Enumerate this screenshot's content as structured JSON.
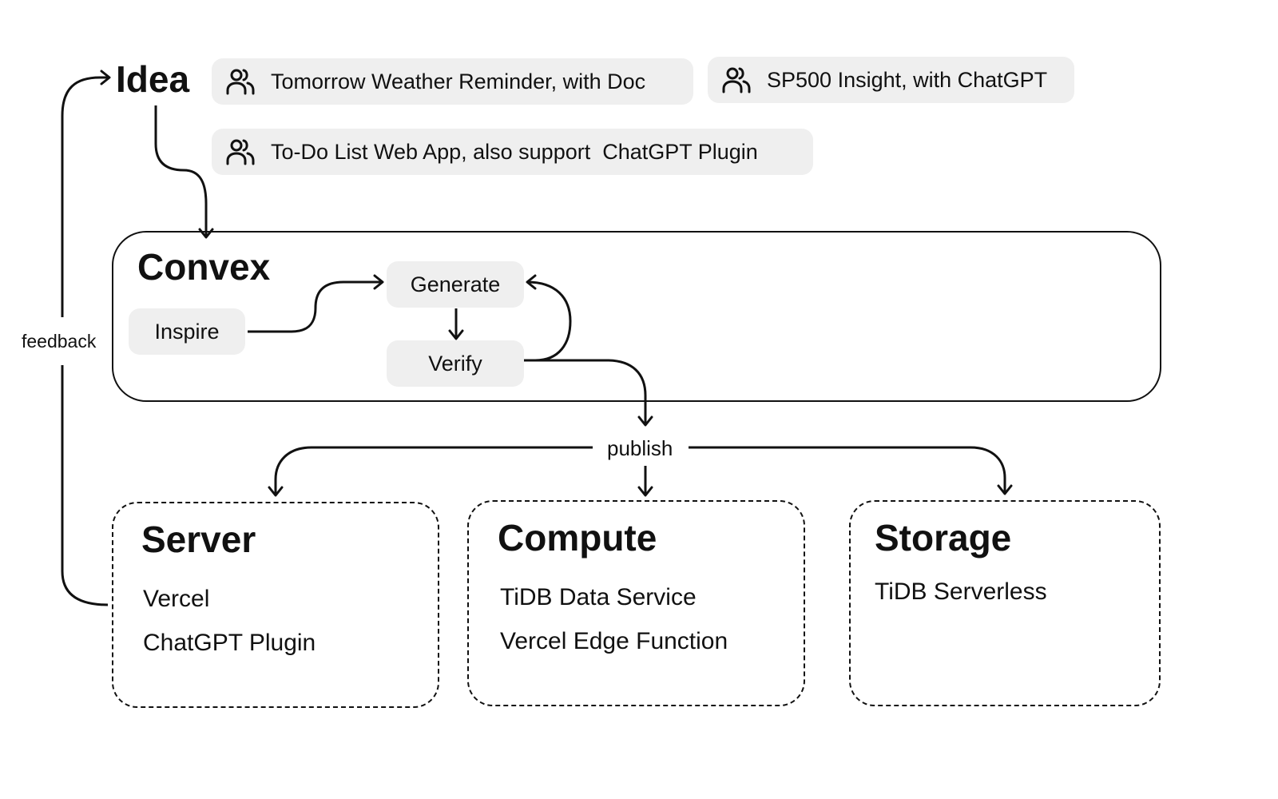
{
  "idea": {
    "title": "Idea",
    "examples": [
      {
        "label": "Tomorrow Weather Reminder, with Doc",
        "icon": "users-icon"
      },
      {
        "label": "SP500 Insight, with ChatGPT",
        "icon": "users-icon"
      },
      {
        "label": "To-Do List Web App, also support  ChatGPT Plugin",
        "icon": "users-icon"
      }
    ]
  },
  "convex": {
    "title": "Convex",
    "steps": {
      "inspire": "Inspire",
      "generate": "Generate",
      "verify": "Verify"
    }
  },
  "edges": {
    "feedback": "feedback",
    "publish": "publish"
  },
  "targets": {
    "server": {
      "title": "Server",
      "items": [
        "Vercel",
        "ChatGPT Plugin"
      ]
    },
    "compute": {
      "title": "Compute",
      "items": [
        "TiDB Data Service",
        "Vercel Edge Function"
      ]
    },
    "storage": {
      "title": "Storage",
      "items": [
        "TiDB Serverless"
      ]
    }
  }
}
